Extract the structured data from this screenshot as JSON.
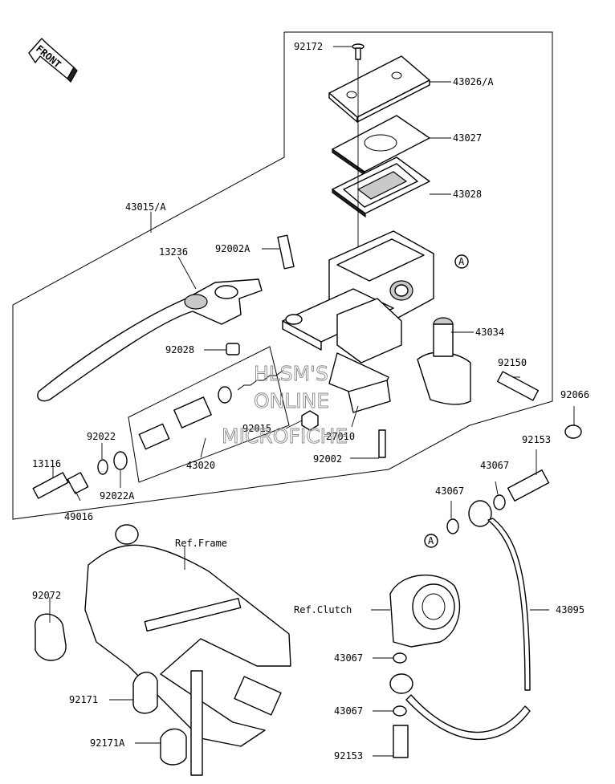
{
  "front_badge": "FRONT",
  "callout_letter": "A",
  "refs": {
    "frame": "Ref.Frame",
    "clutch": "Ref.Clutch"
  },
  "watermark": [
    "HLSM'S",
    "ONLINE",
    "MICROFICHE"
  ],
  "parts": {
    "p92172": "92172",
    "p43026a": "43026/A",
    "p43027": "43027",
    "p43028": "43028",
    "p43015a": "43015/A",
    "p92002a": "92002A",
    "p13236": "13236",
    "p43034": "43034",
    "p92028": "92028",
    "p92150": "92150",
    "p92066": "92066",
    "p92015": "92015",
    "p27010": "27010",
    "p92022": "92022",
    "p92153_top": "92153",
    "p92002": "92002",
    "p13116": "13116",
    "p43020": "43020",
    "p43067_a": "43067",
    "p43067_b": "43067",
    "p92022a": "92022A",
    "p49016": "49016",
    "p92072": "92072",
    "p43095": "43095",
    "p43067_c": "43067",
    "p92171": "92171",
    "p43067_d": "43067",
    "p92171a": "92171A",
    "p92153_bot": "92153"
  }
}
